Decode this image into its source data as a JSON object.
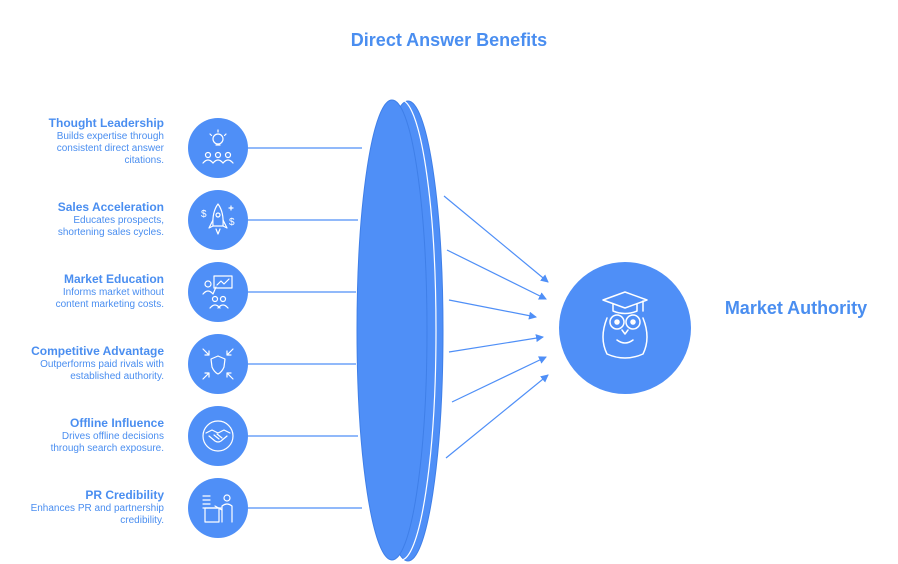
{
  "title": "Direct Answer Benefits",
  "outcome": "Market Authority",
  "outcome_icon": "graduate-owl-icon",
  "colors": {
    "primary": "#4f8ff7",
    "lens_edge": "#3f7fe8",
    "text": "#4a8ef0"
  },
  "benefits": [
    {
      "title": "Thought Leadership",
      "desc_lines": [
        "Builds expertise through",
        "consistent direct answer",
        "citations."
      ],
      "icon": "lightbulb-audience-icon"
    },
    {
      "title": "Sales Acceleration",
      "desc_lines": [
        "Educates prospects,",
        "shortening sales cycles."
      ],
      "icon": "rocket-money-icon"
    },
    {
      "title": "Market Education",
      "desc_lines": [
        "Informs market without",
        "content marketing costs."
      ],
      "icon": "presentation-board-icon"
    },
    {
      "title": "Competitive Advantage",
      "desc_lines": [
        "Outperforms paid rivals with",
        "established authority."
      ],
      "icon": "shield-arrows-icon"
    },
    {
      "title": "Offline Influence",
      "desc_lines": [
        "Drives offline decisions",
        "through search exposure."
      ],
      "icon": "handshake-icon"
    },
    {
      "title": "PR Credibility",
      "desc_lines": [
        "Enhances PR and partnership",
        "credibility."
      ],
      "icon": "podium-speaker-icon"
    }
  ]
}
